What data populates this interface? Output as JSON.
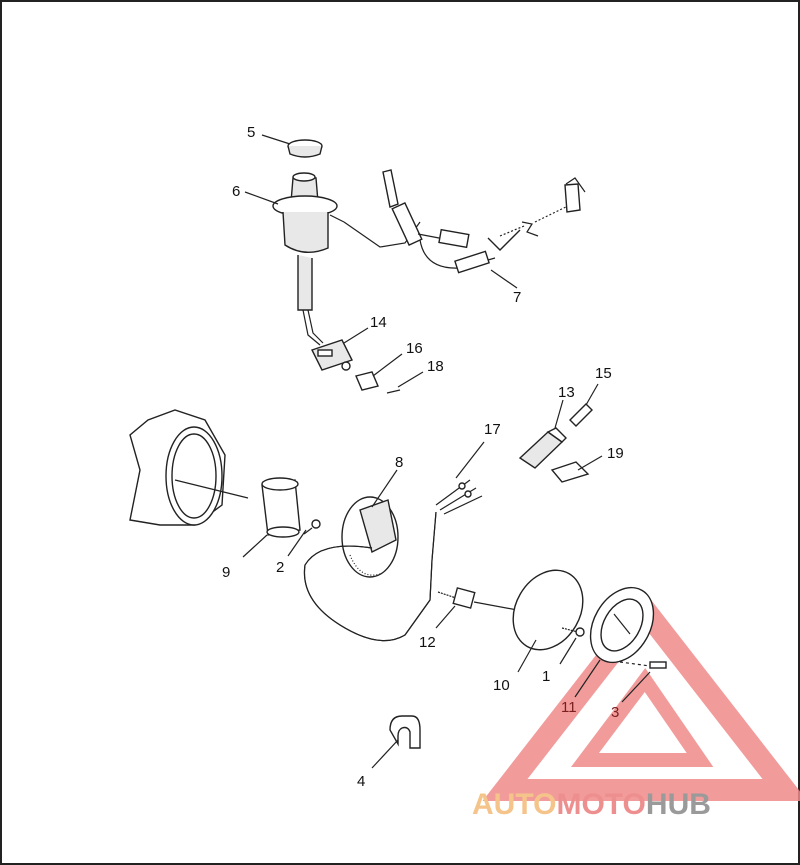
{
  "diagram": {
    "callouts": [
      "1",
      "2",
      "3",
      "4",
      "5",
      "6",
      "7",
      "8",
      "9",
      "10",
      "11",
      "12",
      "13",
      "14",
      "15",
      "16",
      "17",
      "18",
      "19"
    ]
  },
  "watermark": {
    "part1": "AUTO",
    "part2": "MOTO",
    "part3": "HUB",
    "colors": {
      "auto": "#f5c48a",
      "moto": "#ee8f8f",
      "hub": "#9a9a9a",
      "triangle": "#f08a8a"
    }
  }
}
